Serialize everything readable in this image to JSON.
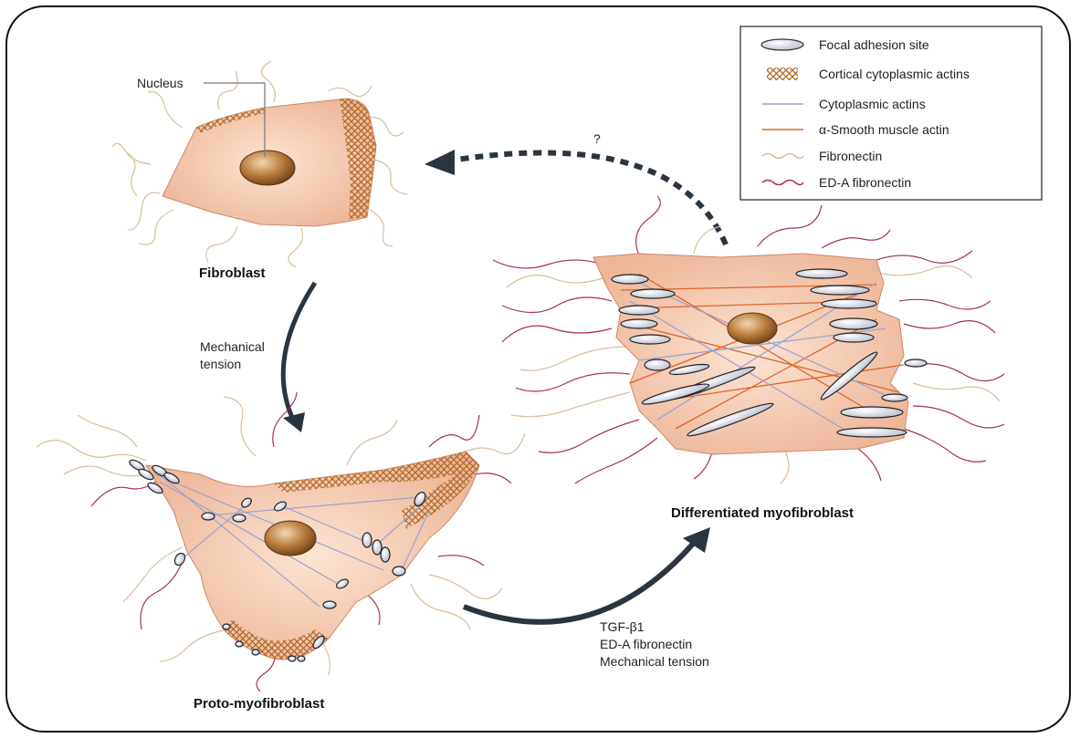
{
  "legend": {
    "items": [
      {
        "icon": "focal-adhesion-icon",
        "label": "Focal adhesion site"
      },
      {
        "icon": "cortical-actin-icon",
        "label": "Cortical cytoplasmic actins"
      },
      {
        "icon": "cytoplasmic-actin-icon",
        "label": "Cytoplasmic actins",
        "color": "#9aa3cf"
      },
      {
        "icon": "smooth-muscle-actin-icon",
        "label": "α-Smooth muscle actin",
        "color": "#e0642a"
      },
      {
        "icon": "fibronectin-icon",
        "label": "Fibronectin",
        "color": "#d8bf9a"
      },
      {
        "icon": "ed-a-fibronectin-icon",
        "label": "ED-A fibronectin",
        "color": "#a8305a"
      }
    ]
  },
  "labels": {
    "nucleus": "Nucleus",
    "fibroblast": "Fibroblast",
    "proto": "Proto-myofibroblast",
    "differentiated": "Differentiated myofibroblast",
    "question": "?",
    "mech_1": "Mechanical",
    "mech_2": "tension",
    "tgf": "TGF-β1",
    "eda": "ED-A fibronectin",
    "mech_tension": "Mechanical tension"
  },
  "colors": {
    "cell_fill": "#f1c4a8",
    "nucleus": "#a5622a",
    "arrow": "#2b3540",
    "cortical": "#b8712a"
  }
}
